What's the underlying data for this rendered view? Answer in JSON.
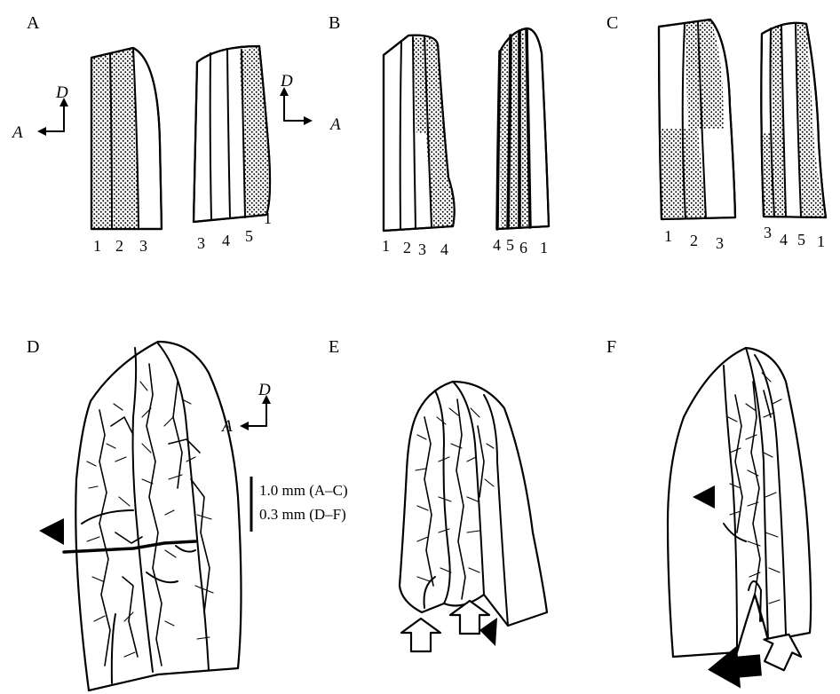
{
  "panels": {
    "a": {
      "label": "A",
      "left_numbers": [
        "1",
        "2",
        "3"
      ],
      "right_numbers": [
        "3",
        "4",
        "5",
        "1"
      ],
      "axis_d": "D",
      "axis_a": "A",
      "axis_a_right": "A",
      "axis_d_right": "D"
    },
    "b": {
      "label": "B",
      "left_numbers": [
        "1",
        "2",
        "3",
        "4"
      ],
      "right_numbers": [
        "4",
        "5",
        "6",
        "1"
      ]
    },
    "c": {
      "label": "C",
      "left_numbers": [
        "1",
        "2",
        "3"
      ],
      "right_numbers": [
        "3",
        "4",
        "5",
        "1"
      ]
    },
    "d": {
      "label": "D",
      "axis_d": "D",
      "axis_a": "A"
    },
    "e": {
      "label": "E"
    },
    "f": {
      "label": "F"
    }
  },
  "scale_bar": {
    "line1": "1.0 mm (A–C)",
    "line2": "0.3 mm (D–F)"
  },
  "colors": {
    "ink": "#000000",
    "background": "#ffffff"
  }
}
